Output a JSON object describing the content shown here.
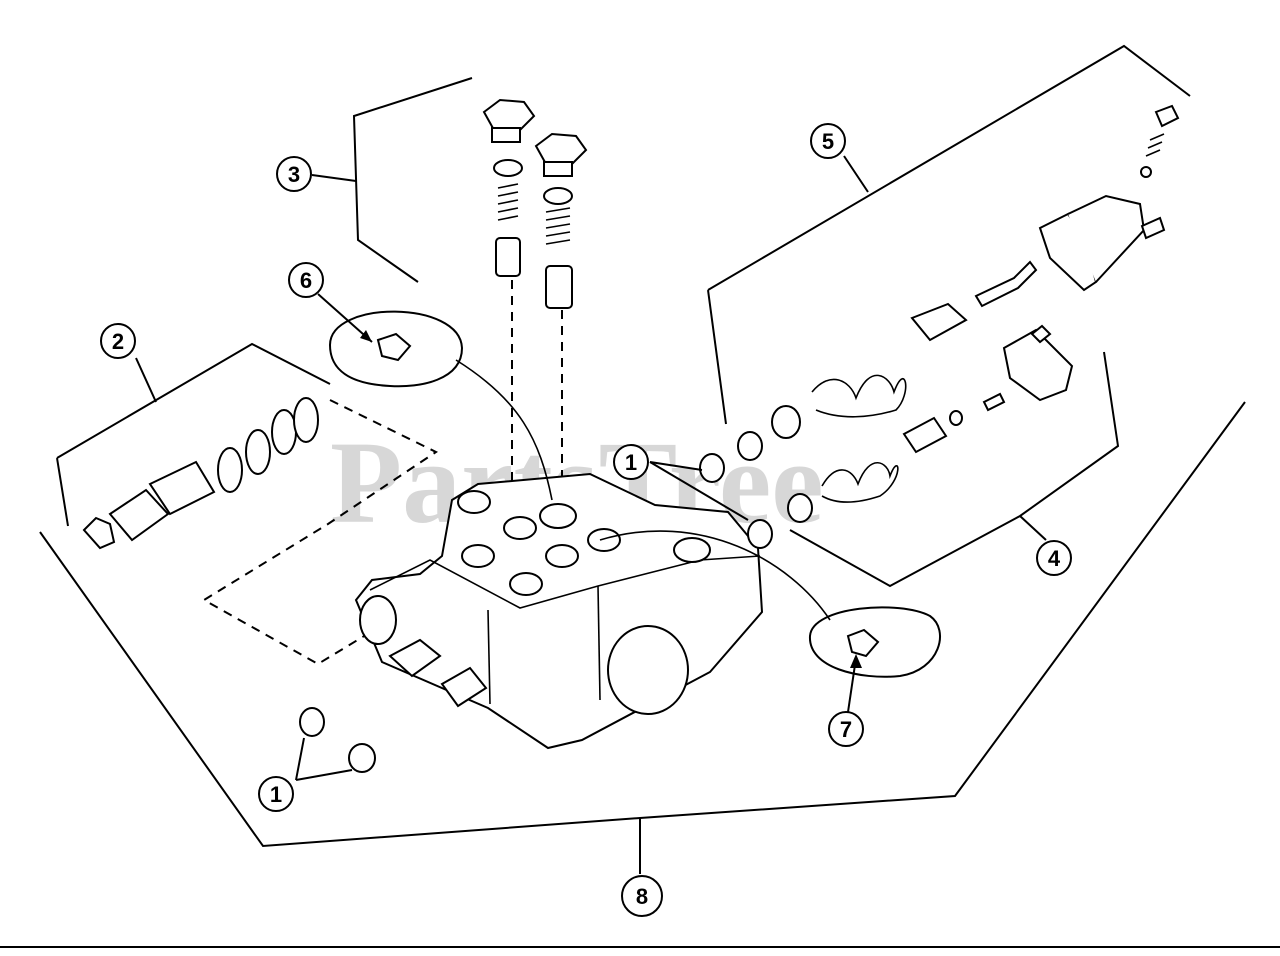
{
  "diagram": {
    "watermark": "PartsTree",
    "callouts": [
      {
        "id": "c1a",
        "label": "1"
      },
      {
        "id": "c1b",
        "label": "1"
      },
      {
        "id": "c2",
        "label": "2"
      },
      {
        "id": "c3",
        "label": "3"
      },
      {
        "id": "c4",
        "label": "4"
      },
      {
        "id": "c5",
        "label": "5"
      },
      {
        "id": "c6",
        "label": "6"
      },
      {
        "id": "c7",
        "label": "7"
      },
      {
        "id": "c8",
        "label": "8"
      }
    ]
  }
}
